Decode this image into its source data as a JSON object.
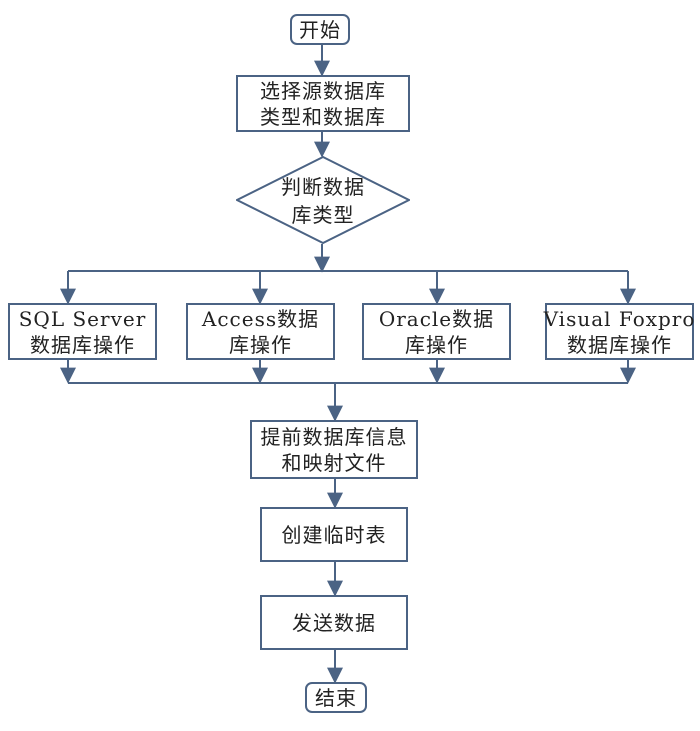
{
  "colors": {
    "border": "#4b6384",
    "text": "#222222",
    "background": "#ffffff"
  },
  "nodes": {
    "start": {
      "label": "开始"
    },
    "select_source": {
      "line1": "选择源数据库",
      "line2": "类型和数据库"
    },
    "judge_type": {
      "line1": "判断数据",
      "line2": "库类型"
    },
    "sql_server": {
      "line1": "SQL Server",
      "line2": "数据库操作"
    },
    "access": {
      "line1": "Access数据",
      "line2": "库操作"
    },
    "oracle": {
      "line1": "Oracle数据",
      "line2": "库操作"
    },
    "visual_foxpro": {
      "line1": "Visual Foxpro",
      "line2": "数据库操作"
    },
    "extract_info": {
      "line1": "提前数据库信息",
      "line2": "和映射文件"
    },
    "create_temp": {
      "label": "创建临时表"
    },
    "send_data": {
      "label": "发送数据"
    },
    "end": {
      "label": "结束"
    }
  }
}
